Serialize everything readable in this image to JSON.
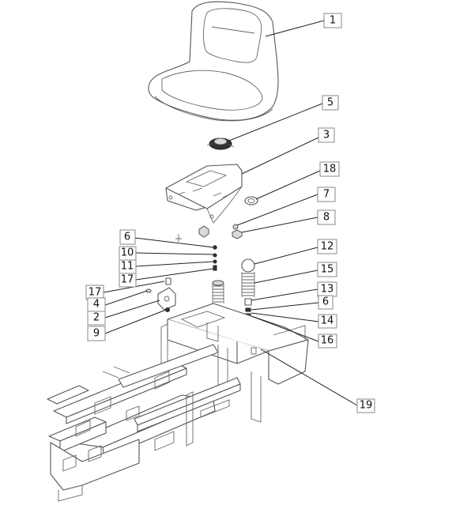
{
  "callouts": [
    {
      "id": "c1",
      "label": "1"
    },
    {
      "id": "c5",
      "label": "5"
    },
    {
      "id": "c3",
      "label": "3"
    },
    {
      "id": "c18",
      "label": "18"
    },
    {
      "id": "c7",
      "label": "7"
    },
    {
      "id": "c8",
      "label": "8"
    },
    {
      "id": "c6a",
      "label": "6"
    },
    {
      "id": "c10",
      "label": "10"
    },
    {
      "id": "c11",
      "label": "11"
    },
    {
      "id": "c17a",
      "label": "17"
    },
    {
      "id": "c12",
      "label": "12"
    },
    {
      "id": "c15",
      "label": "15"
    },
    {
      "id": "c13",
      "label": "13"
    },
    {
      "id": "c6b",
      "label": "6"
    },
    {
      "id": "c14",
      "label": "14"
    },
    {
      "id": "c16",
      "label": "16"
    },
    {
      "id": "c17b",
      "label": "17"
    },
    {
      "id": "c4",
      "label": "4"
    },
    {
      "id": "c2",
      "label": "2"
    },
    {
      "id": "c9",
      "label": "9"
    },
    {
      "id": "c19",
      "label": "19"
    }
  ]
}
